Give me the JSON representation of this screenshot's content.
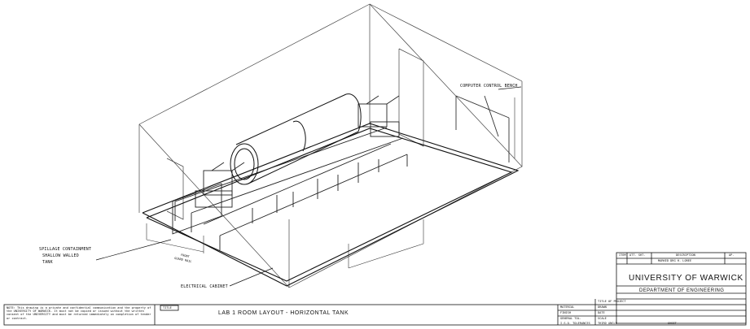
{
  "annotations": {
    "computer_control_bench": "COMPUTER CONTROL BENCH",
    "spillage_containment": "SPILLAGE CONTAINMENT",
    "shallow_walled": "SHALLOW WALLED",
    "tank": "TANK",
    "electrical_cabinet": "ELECTRICAL CABINET",
    "front_guard": "FRONT",
    "front_guard2": "GUARD RAIL"
  },
  "title_block": {
    "university": "UNIVERSITY OF WARWICK",
    "department": "DEPARTMENT OF ENGINEERING",
    "rev_headers": [
      "ITEM",
      "ATT. SHT.",
      "DESCRIPTION",
      "AP."
    ],
    "drawing_title": "LAB 1 ROOM LAYOUT - HORIZONTAL TANK",
    "title_label": "TITLE",
    "note": "NOTE: This drawing is a private and confidential communication and the property of the UNIVERSITY OF WARWICK. It must not be copied or issued without the written consent of the UNIVERSITY and must be returned immediately on completion of tender or contract.",
    "material_label": "MATERIAL",
    "finish_label": "FINISH",
    "tolerances_label": "GENERAL TOL.",
    "iso_label": "I.S.O. TOLERANCES",
    "drawn_label": "DRAWN",
    "date_label": "DATE",
    "scale_label": "SCALE",
    "third_angle": "THIRD ANGLE",
    "sheet_label": "SHEET",
    "title_of_project": "TITLE OF PROJECT",
    "rev_row": "MARKED DRG H. LOREE"
  }
}
